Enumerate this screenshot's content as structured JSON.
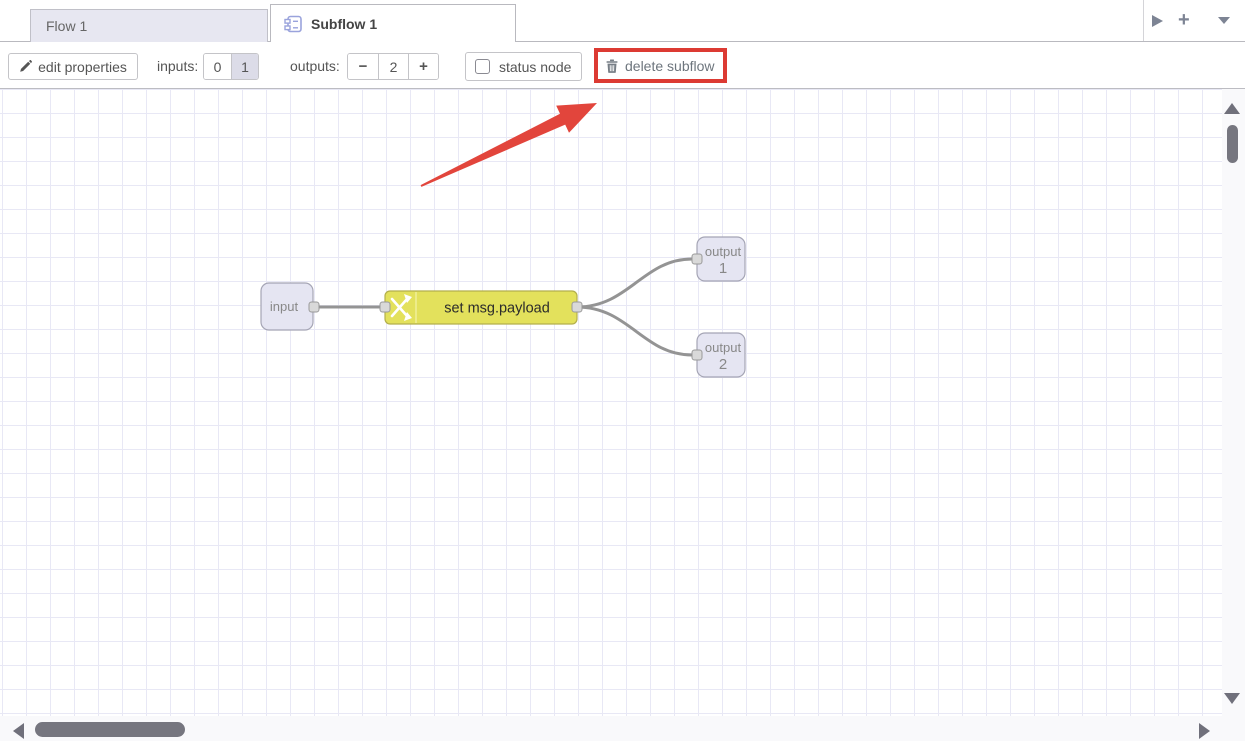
{
  "tab_bar": {
    "tabs": [
      {
        "label": "Flow 1"
      },
      {
        "label": "Subflow 1"
      }
    ],
    "add_tab_glyph": "+"
  },
  "toolbar": {
    "edit_properties_label": "edit properties",
    "inputs_label": "inputs:",
    "inputs_options": [
      "0",
      "1"
    ],
    "inputs_selected": "1",
    "outputs_label": "outputs:",
    "outputs_decrease_glyph": "−",
    "outputs_value": "2",
    "outputs_increase_glyph": "+",
    "status_node_label": "status node",
    "status_checkbox_checked": false,
    "delete_subflow_label": "delete subflow"
  },
  "canvas": {
    "nodes": {
      "input": {
        "label": "input",
        "fill": "#e5e5f2",
        "border": "#a5a5b5"
      },
      "change": {
        "label": "set msg.payload",
        "fill": "#e3e15c",
        "border": "#b3af4c"
      },
      "output1": {
        "label": "output",
        "number": "1",
        "fill": "#e5e5f2",
        "border": "#a5a5b5"
      },
      "output2": {
        "label": "output",
        "number": "2",
        "fill": "#e5e5f2",
        "border": "#a5a5b5"
      }
    },
    "port_color": "#d9d9d9",
    "wire_color": "#949494",
    "grid_line_color": "#e8e8f5"
  },
  "annotation": {
    "highlight_color": "#dc3a33",
    "arrow_color": "#e2453c"
  }
}
